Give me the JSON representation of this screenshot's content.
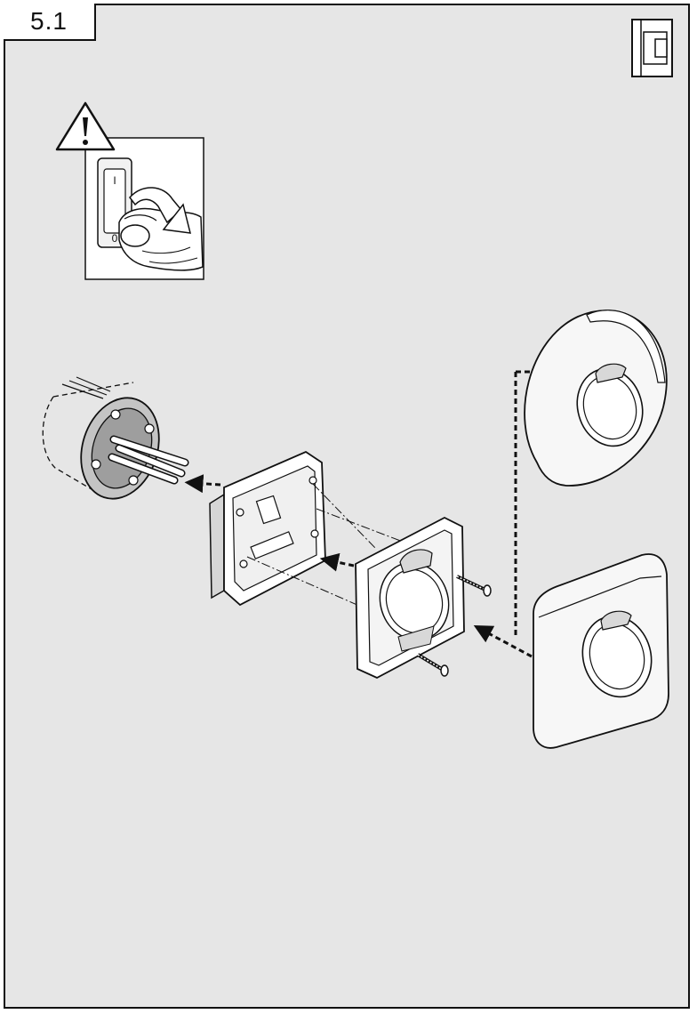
{
  "step_label": "5.1",
  "icons": {
    "device_icon": "wall-device-icon",
    "warning": "warning-triangle-icon",
    "switch_off": "light-switch-off-icon",
    "flush_box": "flush-mounting-box",
    "base_plate": "mounting-base-plate",
    "frame": "device-frame",
    "cover_round": "round-cover",
    "cover_square": "square-cover"
  },
  "switch_labels": {
    "on": "I",
    "off": "0"
  },
  "colors": {
    "panel_bg": "#e6e6e6",
    "line": "#111111",
    "part_fill": "#ffffff",
    "shade": "#b5b5b5"
  }
}
